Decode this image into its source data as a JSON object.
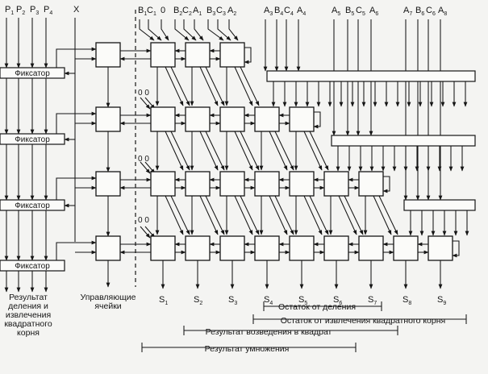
{
  "header": {
    "inputs": [
      {
        "main": "P",
        "sub": "1"
      },
      {
        "main": "P",
        "sub": "2"
      },
      {
        "main": "P",
        "sub": "3"
      },
      {
        "main": "P",
        "sub": "4"
      },
      {
        "main": "X",
        "sub": ""
      }
    ],
    "group_row1": [
      {
        "main": "B",
        "sub": "1"
      },
      {
        "main": "C",
        "sub": "1"
      },
      {
        "main": "0",
        "sub": ""
      },
      {
        "main": "B",
        "sub": "2"
      },
      {
        "main": "C",
        "sub": "2"
      },
      {
        "main": "A",
        "sub": "1"
      },
      {
        "main": "B",
        "sub": "3"
      },
      {
        "main": "C",
        "sub": "3"
      },
      {
        "main": "A",
        "sub": "2"
      }
    ],
    "group_a3": [
      {
        "main": "A",
        "sub": "3"
      },
      {
        "main": "B",
        "sub": "4"
      },
      {
        "main": "C",
        "sub": "4"
      },
      {
        "main": "A",
        "sub": "4"
      }
    ],
    "group_a5": [
      {
        "main": "A",
        "sub": "5"
      },
      {
        "main": "B",
        "sub": "5"
      },
      {
        "main": "C",
        "sub": "5"
      },
      {
        "main": "A",
        "sub": "6"
      }
    ],
    "group_a7": [
      {
        "main": "A",
        "sub": "7"
      },
      {
        "main": "B",
        "sub": "6"
      },
      {
        "main": "C",
        "sub": "6"
      },
      {
        "main": "A",
        "sub": "8"
      }
    ]
  },
  "latch_label": "Фиксатор",
  "zero_pair": "0 0",
  "outputs": [
    {
      "main": "S",
      "sub": "1"
    },
    {
      "main": "S",
      "sub": "2"
    },
    {
      "main": "S",
      "sub": "3"
    },
    {
      "main": "S",
      "sub": "4"
    },
    {
      "main": "S",
      "sub": "5"
    },
    {
      "main": "S",
      "sub": "6"
    },
    {
      "main": "S",
      "sub": "7"
    },
    {
      "main": "S",
      "sub": "8"
    },
    {
      "main": "S",
      "sub": "9"
    }
  ],
  "captions": {
    "result_left": [
      "Результат",
      "деления и",
      "извлечения",
      "квадратного",
      "корня"
    ],
    "control_cells": [
      "Управляющие",
      "ячейки"
    ],
    "division_remainder": "Остаток от деления",
    "sqrt_remainder": "Остаток от извлечения квадратного корня",
    "square_result": "Результат возведения в квадрат",
    "multiplication_result": "Результат умножения"
  }
}
